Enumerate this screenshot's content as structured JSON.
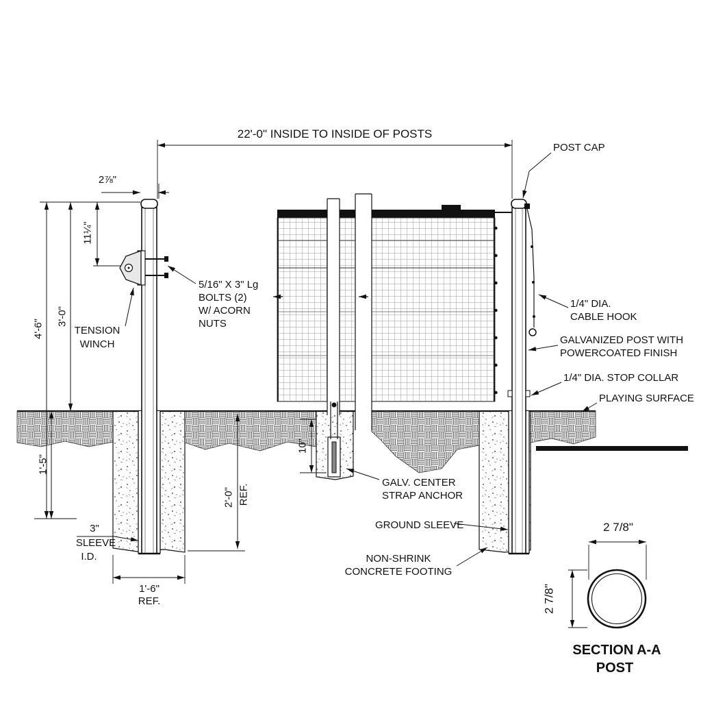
{
  "colors": {
    "ink": "#111111",
    "paper": "#ffffff"
  },
  "drawing": {
    "dims": {
      "inside_to_inside": "22'-0\" INSIDE TO INSIDE OF POSTS",
      "post_od": "2⅞\"",
      "winch_height": "11¼\"",
      "overall_height": "4'-6\"",
      "above_grade": "3'-0\"",
      "left_depth": "1'-5\"",
      "anchor_depth": "10\"",
      "footing_depth": "2'-0\"",
      "footing_depth_ref": "REF.",
      "sleeve_id_value": "3\"",
      "sleeve_id_word1": "SLEEVE",
      "sleeve_id_word2": "I.D.",
      "footing_width": "1'-6\"",
      "footing_width_ref": "REF.",
      "section_od_horizontal": "2 7/8\"",
      "section_od_vertical": "2 7/8\""
    },
    "labels": {
      "post_cap": "POST CAP",
      "bolts_line1": "5/16\" X 3\" Lg",
      "bolts_line2": "BOLTS (2)",
      "bolts_line3": "W/ ACORN",
      "bolts_line4": "NUTS",
      "winch_line1": "TENSION",
      "winch_line2": "WINCH",
      "cable_hook_line1": "1/4\" DIA.",
      "cable_hook_line2": "CABLE HOOK",
      "galv_post_line1": "GALVANIZED POST WITH",
      "galv_post_line2": "POWERCOATED FINISH",
      "stop_collar": "1/4\" DIA. STOP COLLAR",
      "playing_surface": "PLAYING SURFACE",
      "strap_anchor_line1": "GALV. CENTER",
      "strap_anchor_line2": "STRAP ANCHOR",
      "ground_sleeve": "GROUND SLEEVE",
      "footing_line1": "NON-SHRINK",
      "footing_line2": "CONCRETE FOOTING",
      "section_title": "SECTION A-A",
      "section_subtitle": "POST"
    }
  }
}
